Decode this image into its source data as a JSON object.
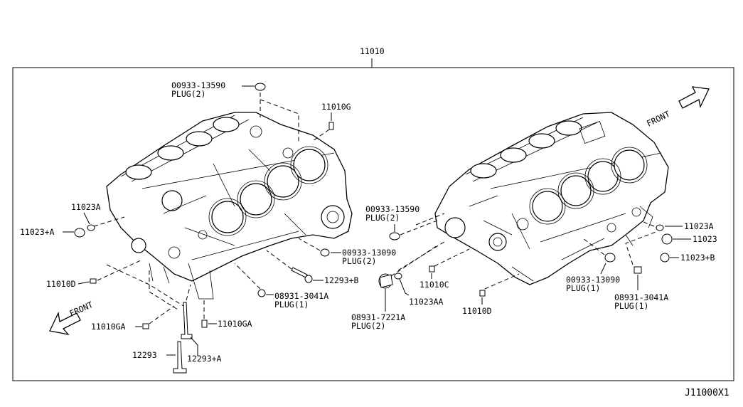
{
  "main_part": "11010",
  "diagram_code": "J11000X1",
  "front_label": "FRONT",
  "parts": {
    "plug_top_number": "00933-13590",
    "plug_top_qty": "PLUG(2)",
    "plug_mid_number": "00933-13590",
    "plug_mid_qty": "PLUG(2)",
    "plug_left_right_number": "00933-13090",
    "plug_right_number": "00933-13090",
    "plug_right_qty": "PLUG(1)",
    "plug_8931_left_number": "08931-3041A",
    "plug_8931_left_qty": "PLUG(1)",
    "plug_8931_right_number": "08931-3041A",
    "plug_8931_right_qty": "PLUG(1)",
    "plug_7221_number": "08931-7221A",
    "plug_7221_qty": "PLUG(2)",
    "plug_mid_qty_b": "PLUG(2)",
    "p11010G": "11010G",
    "p11023A_left": "11023A",
    "p11023A_plus_left": "11023+A",
    "p11010D_left": "11010D",
    "p11010GA_left": "11010GA",
    "p11010GA_mid": "11010GA",
    "p12293": "12293",
    "p12293A": "12293+A",
    "p12293B": "12293+B",
    "p11023AA": "11023AA",
    "p11010C": "11010C",
    "p11010D_right": "11010D",
    "p11023A_right": "11023A",
    "p11023_right": "11023",
    "p11023B_right": "11023+B"
  }
}
